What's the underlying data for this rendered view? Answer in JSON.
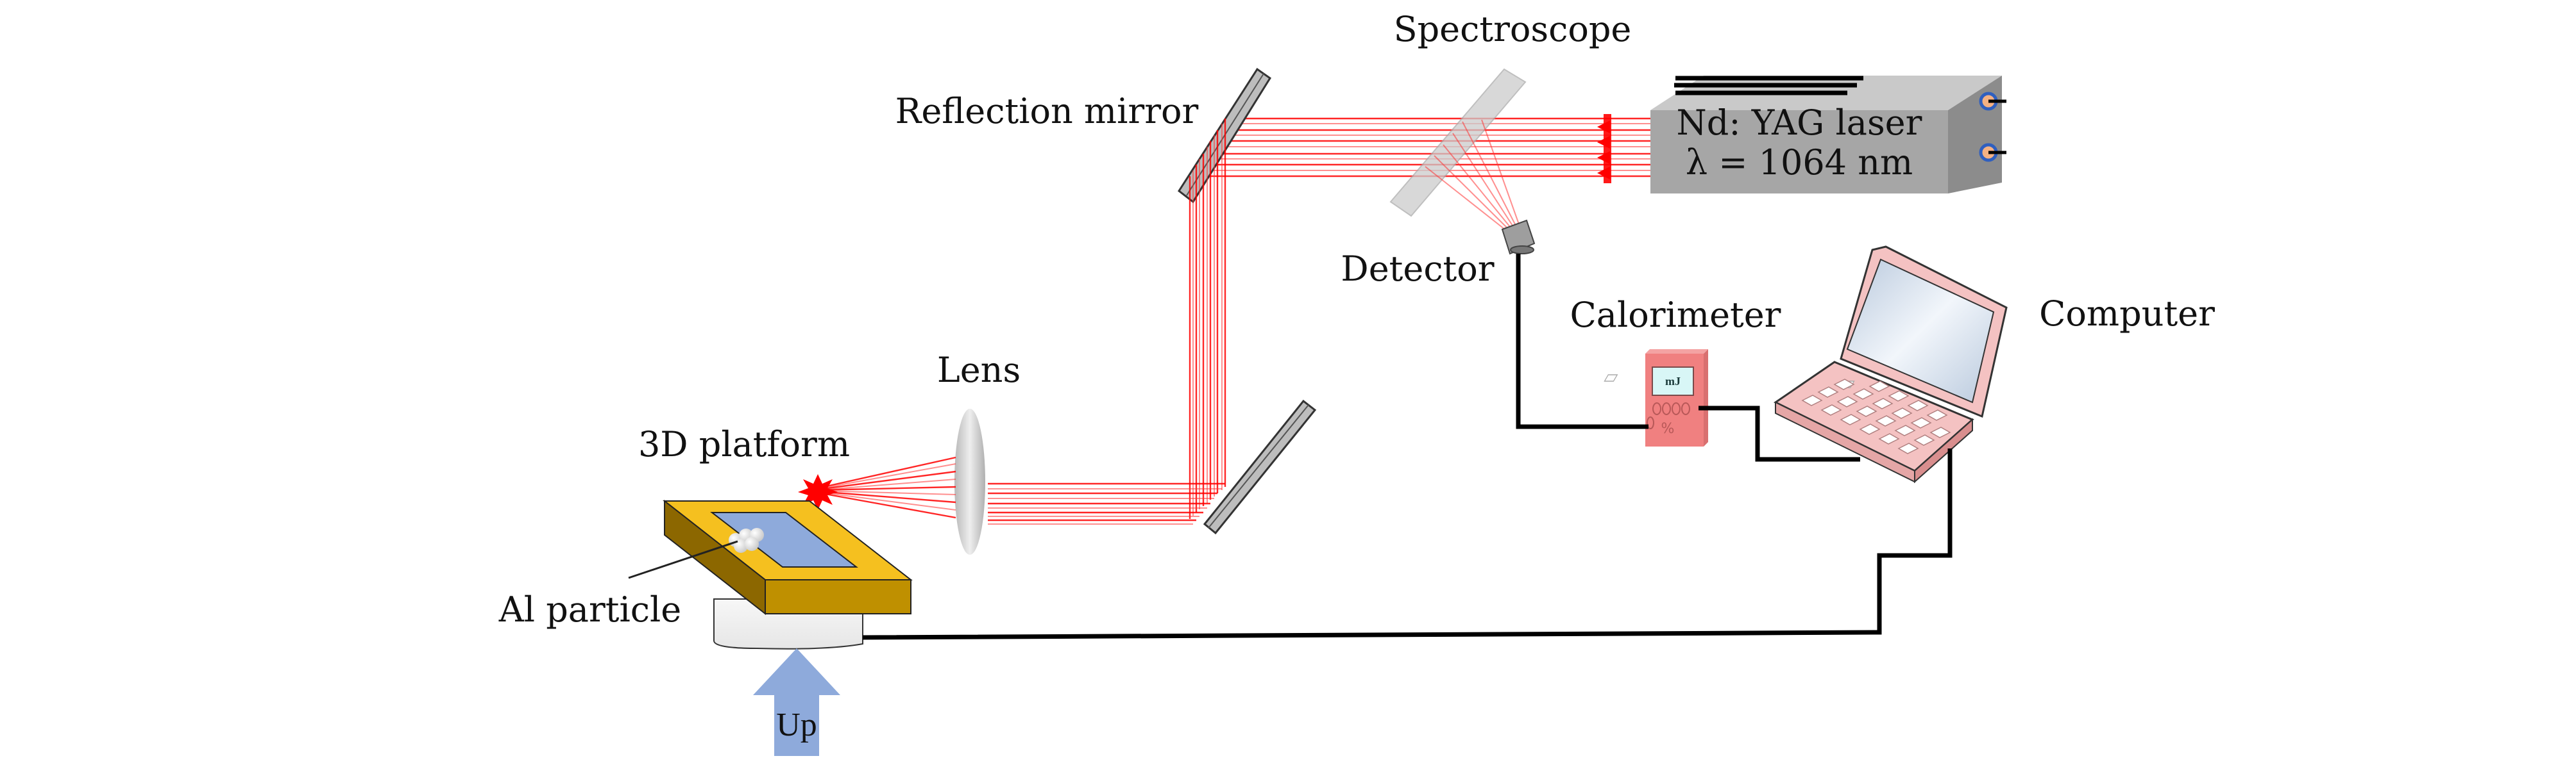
{
  "figure": {
    "type": "experimental-setup-schematic",
    "components": {
      "laser": {
        "line1": "Nd: YAG laser",
        "line2": "λ = 1064 nm"
      },
      "spectroscope": {
        "label": "Spectroscope"
      },
      "reflection_mirror": {
        "label": "Reflection mirror"
      },
      "detector": {
        "label": "Detector"
      },
      "calorimeter": {
        "label": "Calorimeter",
        "display_unit": "mJ"
      },
      "computer": {
        "label": "Computer"
      },
      "lens": {
        "label": "Lens"
      },
      "platform": {
        "label": "3D platform"
      },
      "sample": {
        "label": "Al particle"
      },
      "lift_arrow": {
        "label": "Up"
      }
    },
    "colors": {
      "beam": "#ff0000",
      "laser_body": "#a6a6a6",
      "platform": "#f5c01f",
      "platform_side": "#bf9000",
      "sample_tray": "#8eaadb",
      "calorimeter": "#f08080",
      "computer": "#f4c2c2",
      "screen": "#d6e2f0",
      "arrow": "#8eaadb"
    }
  }
}
